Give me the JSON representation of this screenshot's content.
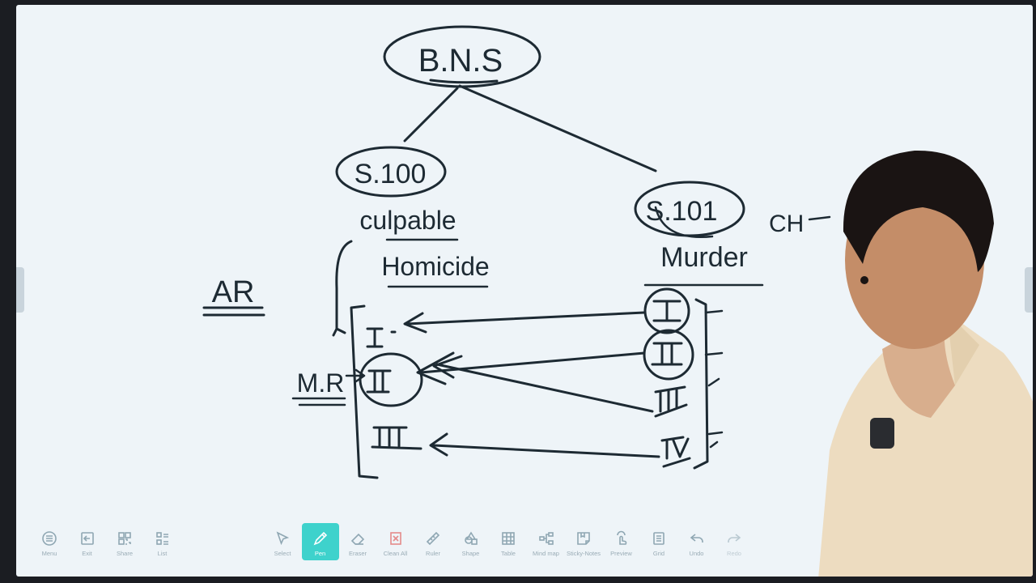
{
  "whiteboard": {
    "title": "B.N.S",
    "left_section": "S.100",
    "left_label_1": "culpable",
    "left_label_2": "Homicide",
    "right_section": "S.101",
    "right_label": "Murder",
    "note_ar": "AR",
    "note_mr": "M.R",
    "note_ch": "CH"
  },
  "toolbar_left": [
    {
      "label": "Menu",
      "icon": "menu-icon"
    },
    {
      "label": "Exit",
      "icon": "exit-icon"
    },
    {
      "label": "Share",
      "icon": "share-icon"
    },
    {
      "label": "List",
      "icon": "list-icon"
    }
  ],
  "toolbar_main": [
    {
      "label": "Select",
      "icon": "cursor-icon"
    },
    {
      "label": "Pen",
      "icon": "pen-icon",
      "active": true
    },
    {
      "label": "Eraser",
      "icon": "eraser-icon"
    },
    {
      "label": "Clean All",
      "icon": "clean-all-icon"
    },
    {
      "label": "Ruler",
      "icon": "ruler-icon"
    },
    {
      "label": "Shape",
      "icon": "shape-icon"
    },
    {
      "label": "Table",
      "icon": "table-icon"
    },
    {
      "label": "Mind map",
      "icon": "mind-map-icon"
    },
    {
      "label": "Sticky-Notes",
      "icon": "sticky-notes-icon"
    },
    {
      "label": "Preview",
      "icon": "preview-icon"
    },
    {
      "label": "Grid",
      "icon": "grid-icon"
    },
    {
      "label": "Undo",
      "icon": "undo-icon"
    },
    {
      "label": "Redo",
      "icon": "redo-icon",
      "disabled": true
    }
  ],
  "colors": {
    "board": "#eef4f8",
    "ink": "#1d2a33",
    "toolbar_active": "#3ed2cc",
    "toolbar_icon": "#8fa7b3"
  }
}
